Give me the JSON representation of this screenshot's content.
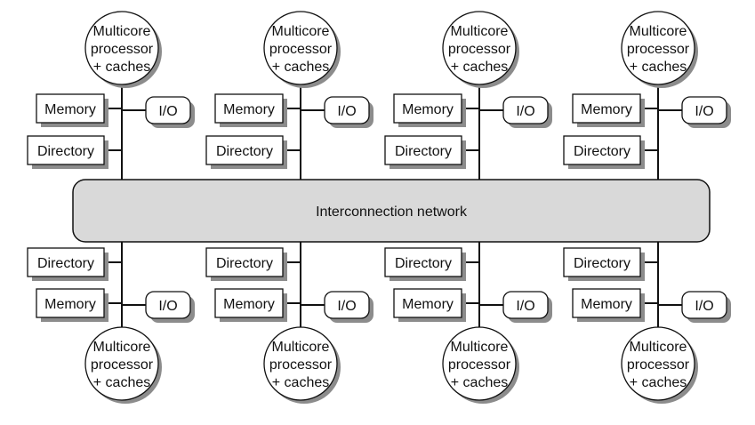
{
  "network": {
    "label": "Interconnection network"
  },
  "node": {
    "processor_lines": [
      "Multicore",
      "processor",
      "+ caches"
    ],
    "memory_label": "Memory",
    "directory_label": "Directory",
    "io_label": "I/O"
  },
  "colors": {
    "network_fill": "#d9d9d9",
    "line": "#111111",
    "shadow": "#8c8c8c",
    "box_fill": "#ffffff"
  }
}
